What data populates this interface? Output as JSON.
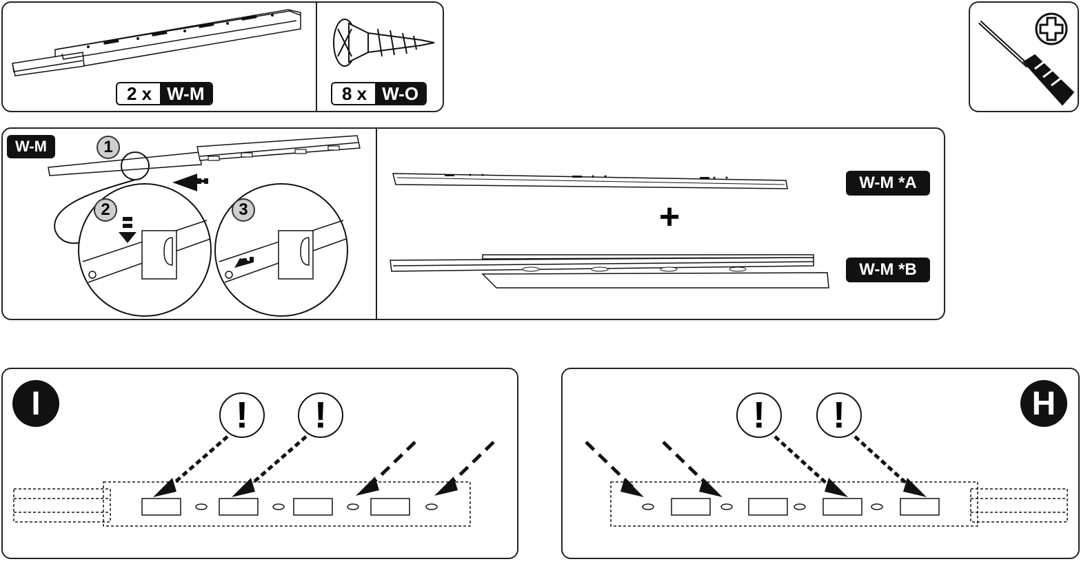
{
  "parts": {
    "rail": {
      "quantity": "2 x",
      "code": "W-M"
    },
    "screw": {
      "quantity": "8 x",
      "code": "W-O"
    }
  },
  "tool": {
    "name": "phillips-screwdriver",
    "symbol": "plus-circle"
  },
  "separation": {
    "label": "W-M",
    "steps": [
      "1",
      "2",
      "3"
    ],
    "part_a_label": "W-M *A",
    "part_b_label": "W-M *B",
    "plus": "+"
  },
  "mounting": {
    "left": {
      "mark": "I",
      "warning": "!"
    },
    "right": {
      "mark": "H",
      "warning": "!"
    }
  }
}
